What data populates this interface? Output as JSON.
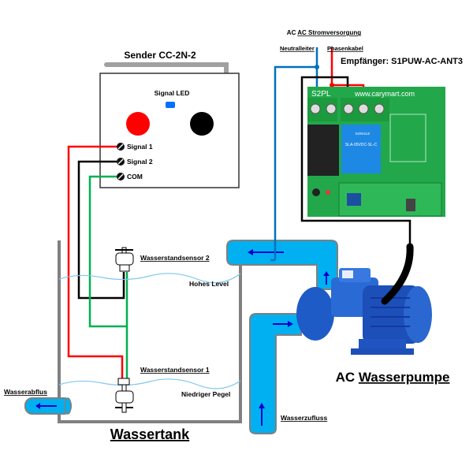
{
  "sender": {
    "title": "Sender CC-2N-2",
    "led_label": "Signal LED",
    "terminals": [
      "Signal 1",
      "Signal 2",
      "COM"
    ]
  },
  "receiver": {
    "title": "Empfänger: S1PUW-AC-ANT3",
    "power_label": "AC Stromversorgung",
    "neutral_label": "Neutralleiter",
    "phase_label": "Phasenkabel",
    "board_text": "www.carymart.com",
    "board_model": "S2PL",
    "relay_text": "SLA-05VDC-SL-C",
    "relay_brand": "SONGLE"
  },
  "tank": {
    "title": "Wassertank",
    "sensor_high": "Wasserstandsensor 2",
    "sensor_low": "Wasserstandsensor 1",
    "level_high": "Hohes Level",
    "level_low": "Niedriger Pegel",
    "outflow": "Wasserabflus"
  },
  "pump": {
    "title": "AC Wasserpumpe",
    "inflow": "Wasserzufluss"
  },
  "colors": {
    "signal1_wire": "#ff0000",
    "signal2_wire": "#000000",
    "com_wire": "#00b050",
    "neutral_wire": "#0070c0",
    "pipe": "#00b0f0",
    "pipe_border": "#808080",
    "arrow": "#0000cc",
    "led": "#0070ff",
    "board": "#1fa84a",
    "relay": "#1e88e5",
    "pump_body": "#1565c0"
  }
}
